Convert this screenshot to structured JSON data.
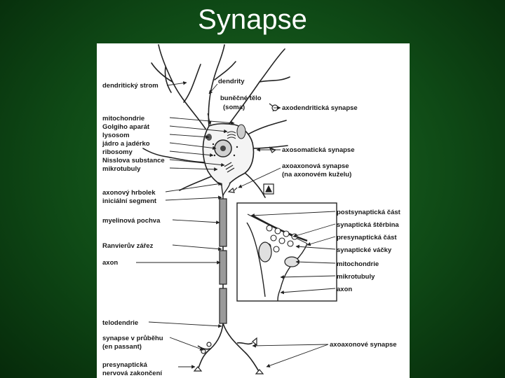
{
  "slide": {
    "title": "Synapse"
  },
  "labels": {
    "dendriticky_strom": "dendritický strom",
    "dendrity": "dendrity",
    "bunecne_telo_1": "buněčné tělo",
    "bunecne_telo_2": "(soma)",
    "axodendriticka_synapse": "axodendritická synapse",
    "mitochondrie": "mitochondrie",
    "golgiho_aparat": "Golgiho aparát",
    "lysosom": "lysosom",
    "jadro_a_jaderko": "jádro a jadérko",
    "ribosomy": "ribosomy",
    "nisslova_substance": "Nisslova substance",
    "mikrotubuly": "mikrotubuly",
    "axosomaticka_synapse": "axosomatická synapse",
    "axoaxonova_synapse_1": "axoaxonová synapse",
    "axoaxonova_synapse_2": "(na axonovém kuželu)",
    "axonovy_hrbolek": "axonový hrbolek",
    "inicialni_segment": "iniciální segment",
    "postsynapticka_cast": "postsynaptická část",
    "synapticka_sterbina": "synaptická štěrbina",
    "myelinova_pochva": "myelinová pochva",
    "presynapticka_cast": "presynaptická část",
    "ranvieruv_zarez": "Ranvierův zářez",
    "synapticke_vacky": "synaptické váčky",
    "axon_left": "axon",
    "inset_mitochondrie": "mitochondrie",
    "inset_mikrotubuly": "mikrotubuly",
    "inset_axon": "axon",
    "telodendrie": "telodendrie",
    "synapse_v_prubehu_1": "synapse v průběhu",
    "synapse_v_prubehu_2": "(en passant)",
    "axoaxonove_synapse": "axoaxonové synapse",
    "presynapticka_1": "presynaptická",
    "presynapticka_2": "nervová zakončení"
  }
}
